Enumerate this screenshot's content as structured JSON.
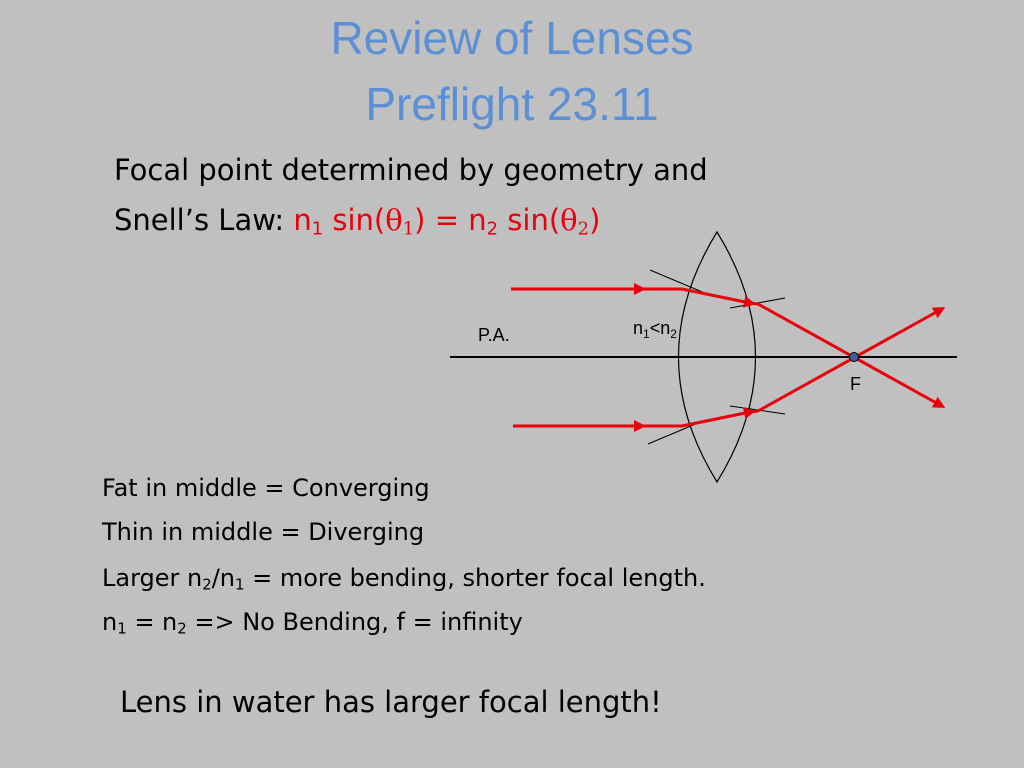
{
  "slide": {
    "title_line1": "Review of Lenses",
    "title_line2": "Preflight 23.11",
    "intro_line1": "Focal point determined by geometry and",
    "intro_line2_prefix": "Snell’s Law: ",
    "snell": {
      "n_symbol": "n",
      "sub1": "1",
      "sub2": "2",
      "sin_open": "sin(",
      "theta": "θ",
      "close": ")",
      "equals": "=",
      "space": " "
    },
    "rules": {
      "rule1": "Fat in middle = Converging",
      "rule2": "Thin in middle = Diverging",
      "rule3_a": "Larger n",
      "rule3_sub_a": "2",
      "rule3_b": "/n",
      "rule3_sub_b": "1",
      "rule3_c": " = more bending, shorter focal length.",
      "rule4_a": "n",
      "rule4_sub_a": "1",
      "rule4_b": " = n",
      "rule4_sub_b": "2",
      "rule4_c": "  => No Bending, f = infinity"
    },
    "conclusion": "Lens in water has larger focal length!"
  },
  "diagram": {
    "axis_label": "P.A.",
    "index_label_n": "n",
    "index_sub1": "1",
    "index_lt": "<",
    "index_sub2": "2",
    "focal_label": "F",
    "ray_color": "#e8000d",
    "text_color": "#5b8fd6"
  }
}
